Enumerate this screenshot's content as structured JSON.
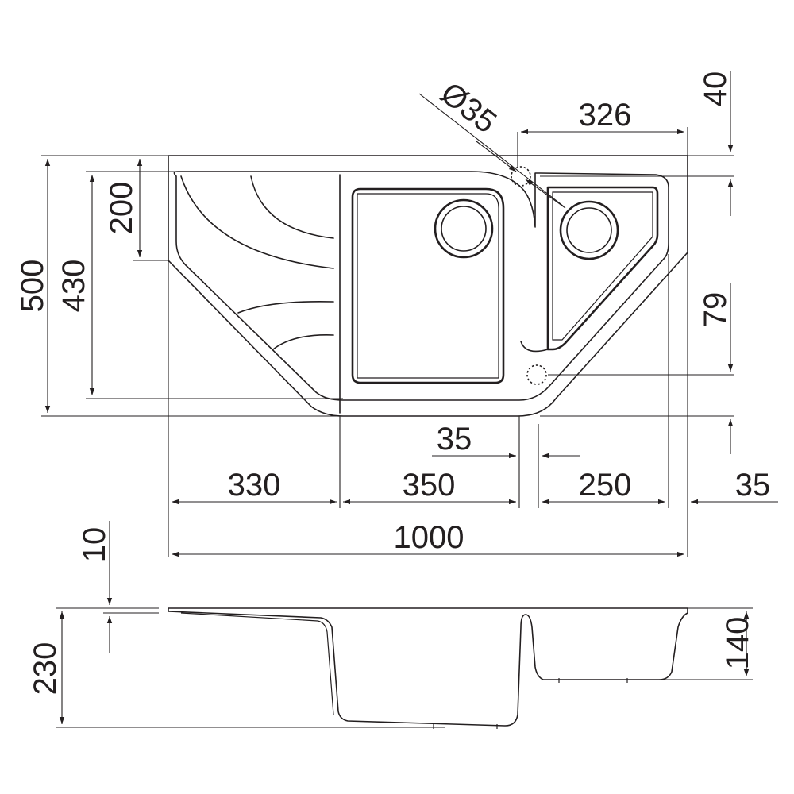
{
  "labels": {
    "dim_500": "500",
    "dim_430": "430",
    "dim_200": "200",
    "dim_diameter": "Ø35",
    "dim_326": "326",
    "dim_40": "40",
    "dim_79": "79",
    "dim_35_gap": "35",
    "dim_330": "330",
    "dim_350": "350",
    "dim_250": "250",
    "dim_35_edge": "35",
    "dim_1000": "1000",
    "dim_10": "10",
    "dim_230": "230",
    "dim_140": "140"
  }
}
